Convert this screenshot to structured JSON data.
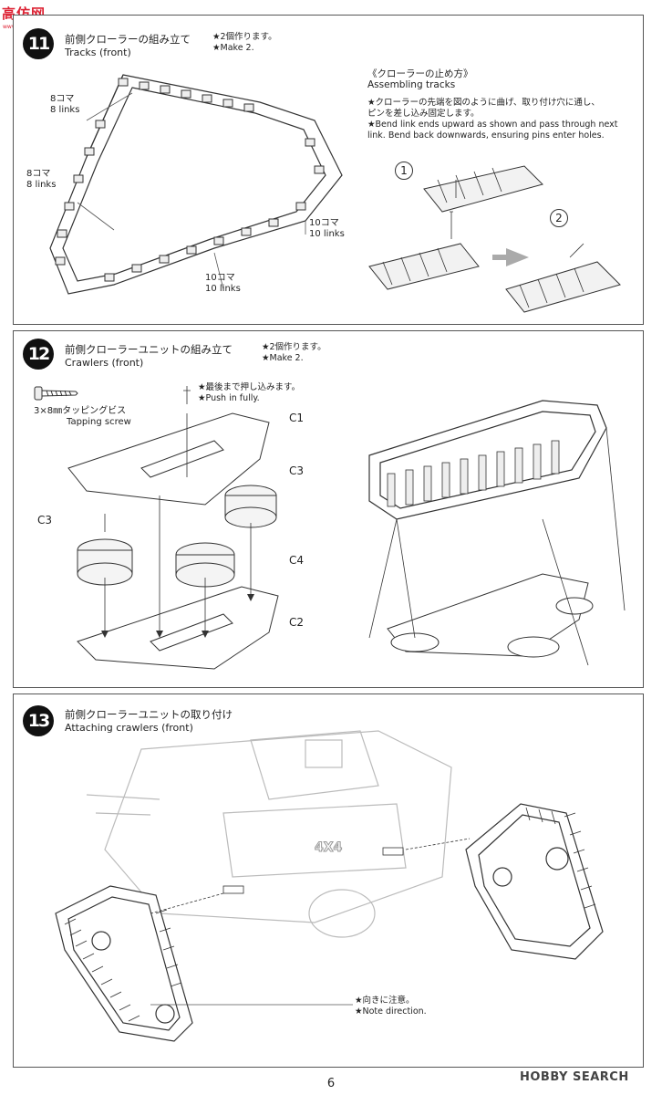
{
  "watermark": {
    "top": "高仿网",
    "top_sub": "www.gaofang.com",
    "bottom": "HOBBY SEARCH"
  },
  "page_number": "6",
  "colors": {
    "ink": "#222222",
    "badge": "#111111",
    "panel_border": "#555555",
    "watermark_red": "#dd2233"
  },
  "steps": [
    {
      "number": "11",
      "title_ja": "前側クローラーの組み立て",
      "title_en": "Tracks (front)",
      "note_ja": "★2個作ります。",
      "note_en": "★Make 2.",
      "link_labels": [
        {
          "ja": "8コマ",
          "en": "8 links"
        },
        {
          "ja": "8コマ",
          "en": "8 links"
        },
        {
          "ja": "10コマ",
          "en": "10 links"
        },
        {
          "ja": "10コマ",
          "en": "10 links"
        }
      ],
      "assembly": {
        "title_ja": "《クローラーの止め方》",
        "title_en": "Assembling tracks",
        "desc_ja_1": "★クローラーの先端を図のように曲げ、取り付け穴に通し、",
        "desc_ja_2": "ピンを差し込み固定します。",
        "desc_en_1": "★Bend link ends upward as shown and pass through next",
        "desc_en_2": "link. Bend back downwards, ensuring pins enter holes.",
        "sub_steps": [
          "1",
          "2"
        ]
      }
    },
    {
      "number": "12",
      "title_ja": "前側クローラーユニットの組み立て",
      "title_en": "Crawlers (front)",
      "note_ja": "★2個作ります。",
      "note_en": "★Make 2.",
      "screw": {
        "ja": "3×8㎜タッピングビス",
        "en": "Tapping screw"
      },
      "push_note_ja": "★最後まで押し込みます。",
      "push_note_en": "★Push in fully.",
      "parts": [
        "C1",
        "C3",
        "C3",
        "C4",
        "C2"
      ]
    },
    {
      "number": "13",
      "title_ja": "前側クローラーユニットの取り付け",
      "title_en": "Attaching crawlers (front)",
      "direction_ja": "★向きに注意。",
      "direction_en": "★Note direction.",
      "chassis_mark": "4X4"
    }
  ]
}
